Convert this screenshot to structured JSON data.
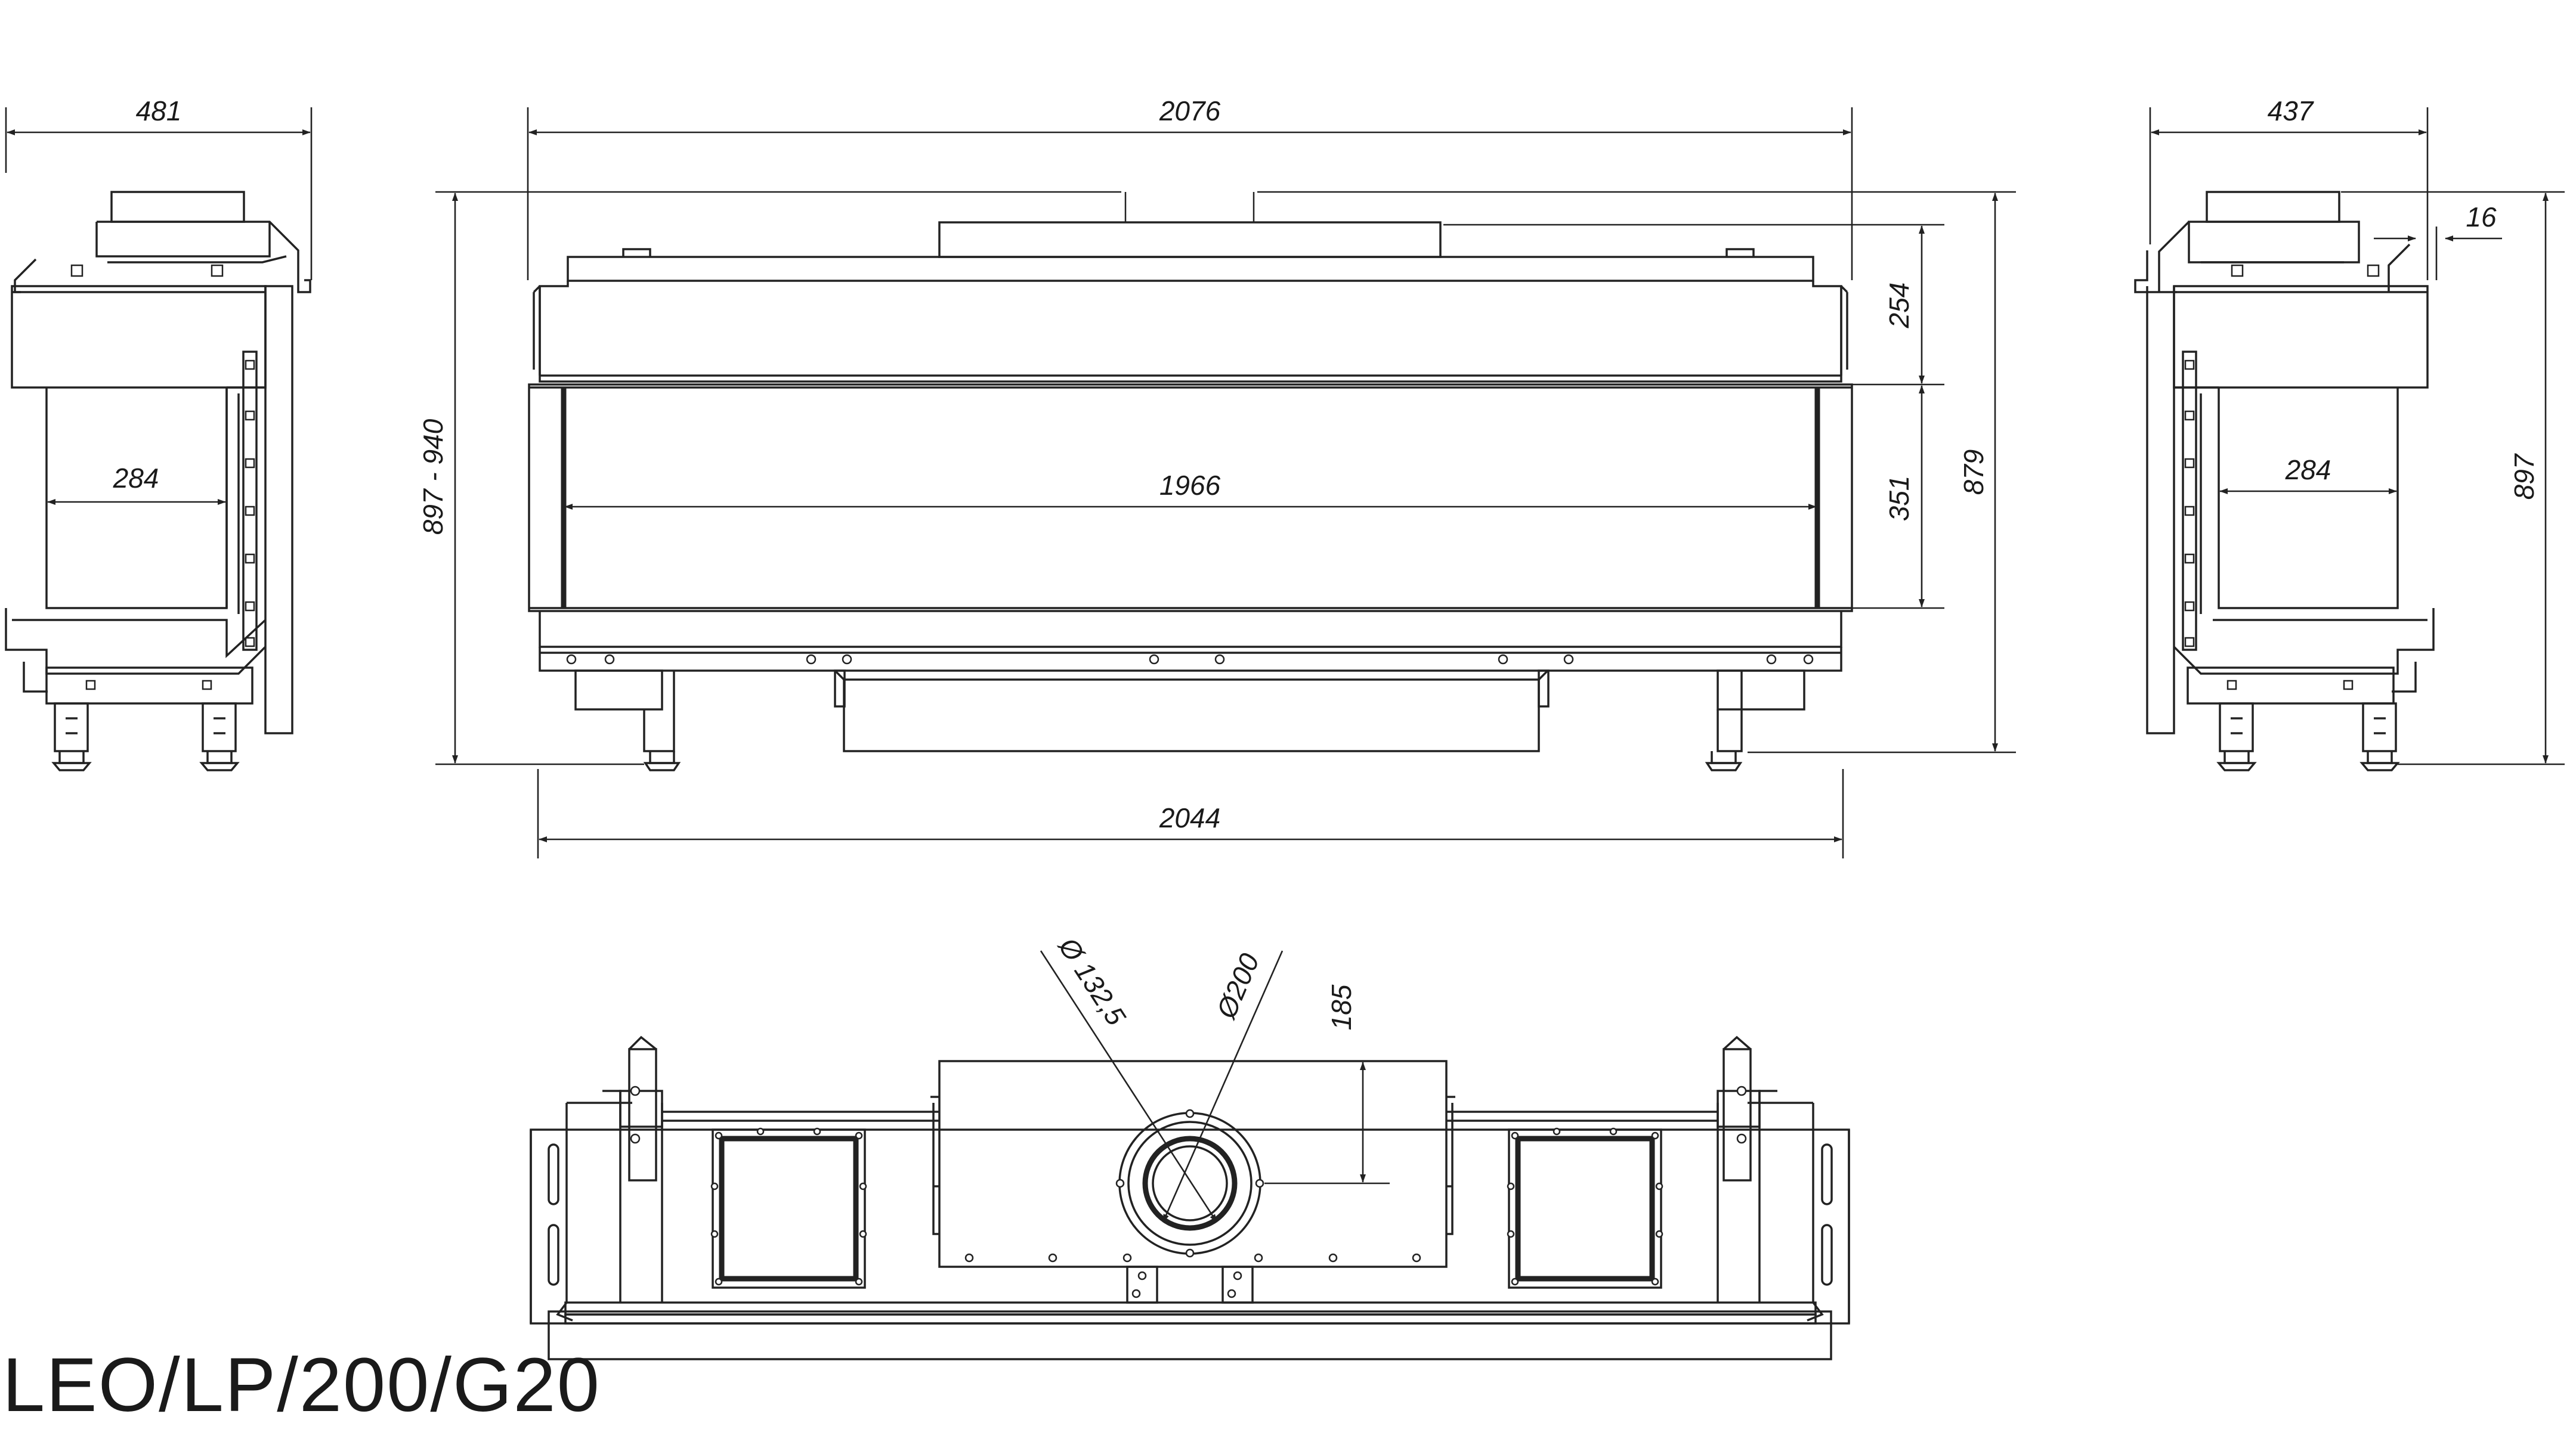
{
  "model_code": "LEO/LP/200/G20",
  "dimensions": {
    "left_width": "481",
    "left_inner": "284",
    "front_total_width": "2076",
    "front_glass_width": "1966",
    "front_base_width": "2044",
    "front_height_range": "897 - 940",
    "height_upper": "254",
    "height_glass": "351",
    "height_total": "879",
    "right_width": "437",
    "right_offset": "16",
    "right_inner": "284",
    "right_height": "897",
    "flue_inner": "Ø 132,5",
    "flue_outer": "Ø200",
    "flue_offset": "185"
  }
}
